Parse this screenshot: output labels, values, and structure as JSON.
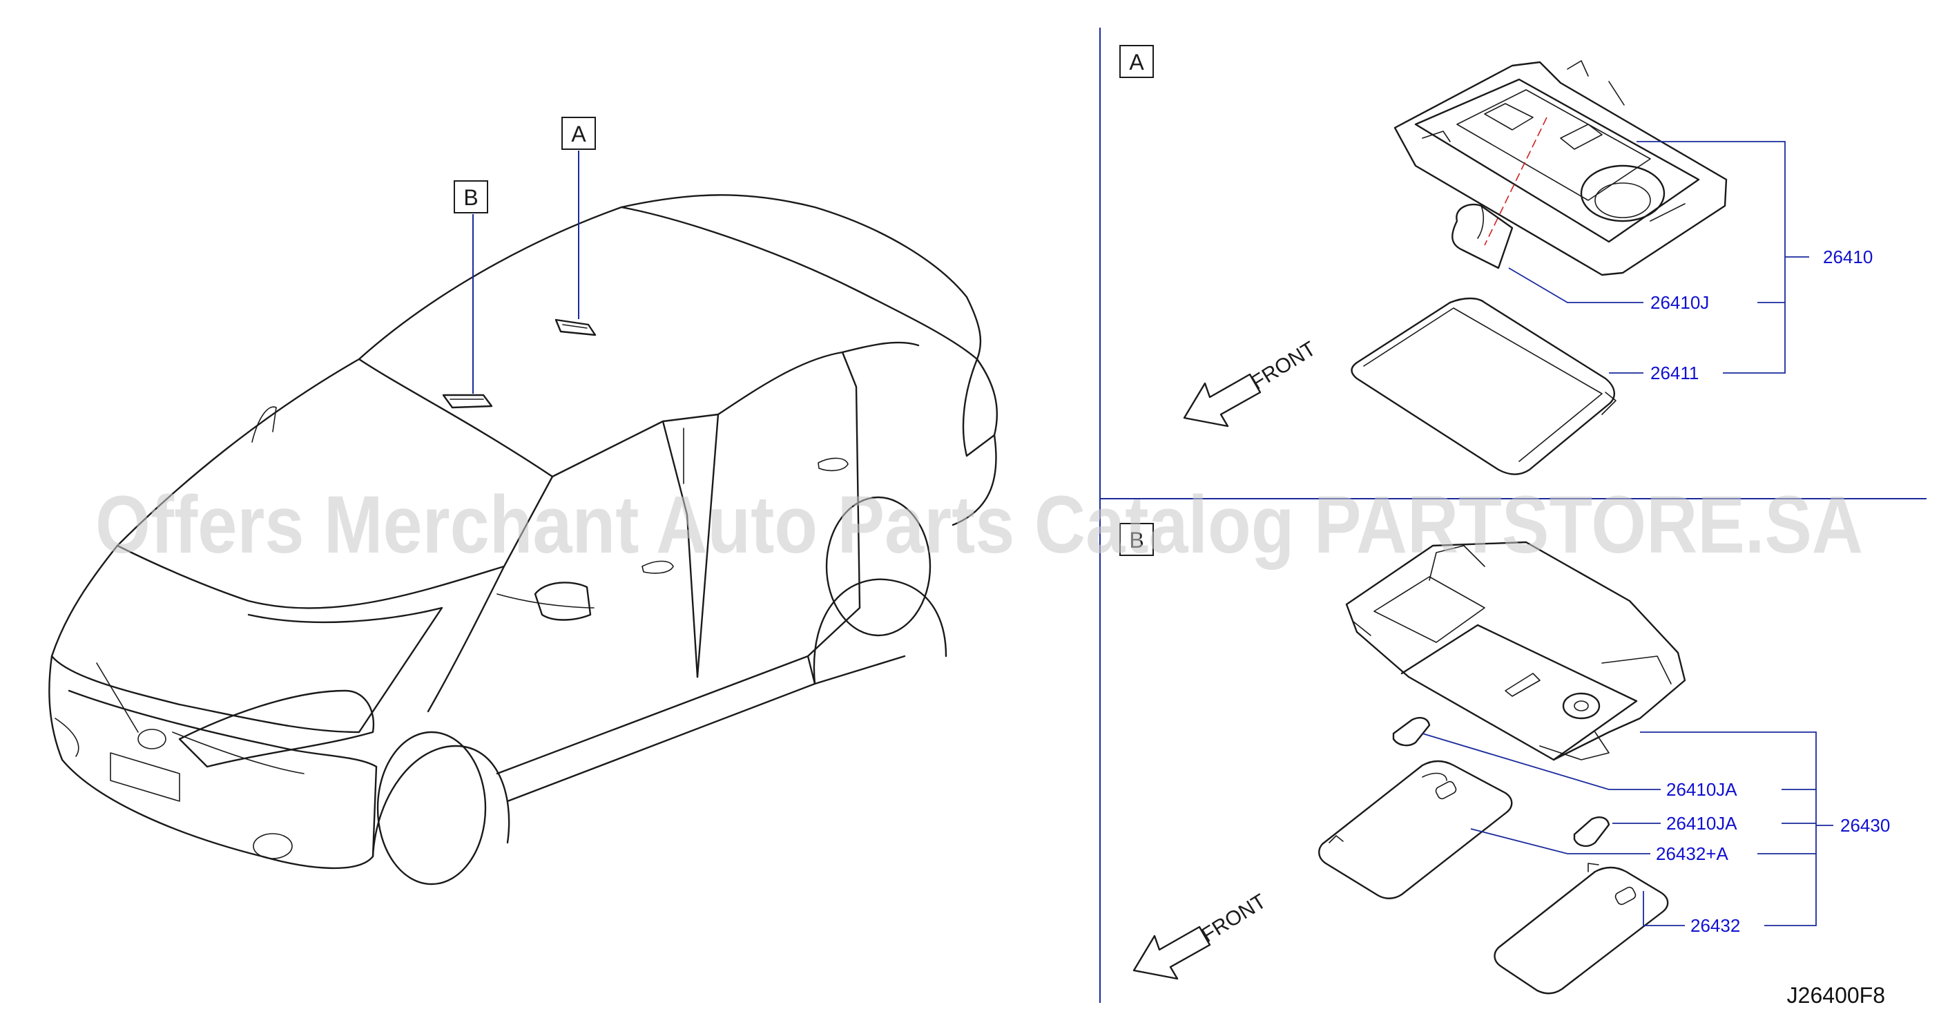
{
  "diagram": {
    "callouts": {
      "car_a": "A",
      "car_b": "B",
      "panel_a": "A",
      "panel_b": "B"
    },
    "front_label": "FRONT",
    "panel_a_parts": {
      "lamp_assy": "26410",
      "bulb": "26410J",
      "lens": "26411"
    },
    "panel_b_parts": {
      "lamp_assy": "26430",
      "bulb_1": "26410JA",
      "bulb_2": "26410JA",
      "lens_assy": "26432+A",
      "lens": "26432"
    },
    "diagram_code": "J26400F8",
    "watermark": "Offers Merchant Auto Parts Catalog PARTSTORE.SA"
  },
  "colors": {
    "line": "#1a1a1a",
    "part_label": "#1010d0",
    "leader": "#1a2a9c",
    "watermark": "#c8c8c8"
  }
}
